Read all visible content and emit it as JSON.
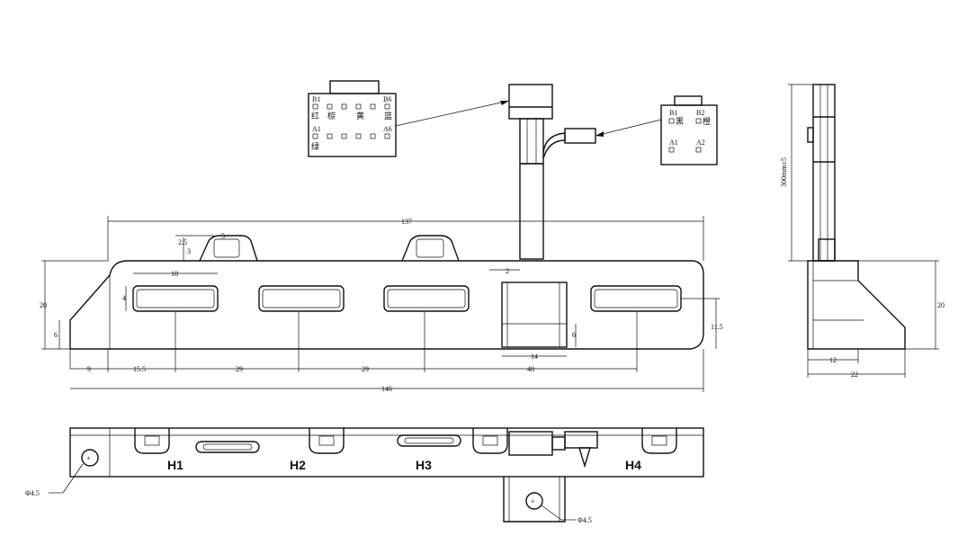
{
  "connector_left": {
    "pin_b1": "B1",
    "pin_b6": "B6",
    "pin_a1": "A1",
    "pin_a6": "A6",
    "color_red": "红",
    "color_brown": "棕",
    "color_yellow": "黄",
    "color_blue": "蓝",
    "color_green": "绿"
  },
  "connector_right": {
    "pin_b1": "B1",
    "pin_b2": "B2",
    "pin_a1": "A1",
    "pin_a2": "A2",
    "color_black": "黑",
    "color_orange": "橙"
  },
  "front_view": {
    "dim_overall_top": "137",
    "dim_overall_bottom": "146",
    "dim_height": "20",
    "dim_5": "5",
    "dim_3": "3",
    "dim_2_5": "2.5",
    "dim_18": "18",
    "dim_4": "4",
    "dim_6": "6",
    "dim_2": "2",
    "dim_9": "9",
    "dim_15_5": "15.5",
    "dim_29a": "29",
    "dim_29b": "29",
    "dim_48": "48",
    "dim_14": "14",
    "dim_6b": "6",
    "dim_11_5": "11.5"
  },
  "side_view": {
    "dim_cable": "300mm±5",
    "dim_height": "20",
    "dim_12": "12",
    "dim_22": "22"
  },
  "bottom_view": {
    "h1": "H1",
    "h2": "H2",
    "h3": "H3",
    "h4": "H4",
    "hole_left": "Φ4.5",
    "hole_center": "Φ4.5"
  }
}
